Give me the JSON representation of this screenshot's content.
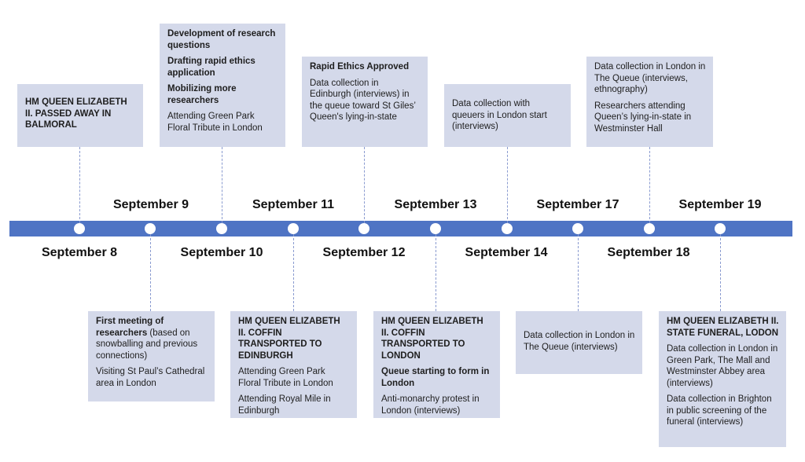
{
  "dates_top": [
    "September 9",
    "September 11",
    "September 13",
    "September 17",
    "September 19"
  ],
  "dates_bottom": [
    "September 8",
    "September 10",
    "September 12",
    "September 14",
    "September 18"
  ],
  "events": [
    {
      "items": [
        {
          "text": "HM QUEEN ELIZABETH II. PASSED AWAY IN BALMORAL",
          "bold": true
        }
      ]
    },
    {
      "items": [
        {
          "text": "First meeting of researchers",
          "bold": true,
          "tail": " (based on snowballing and previous connections)"
        },
        {
          "text": "Visiting St Paul’s Cathedral area in London"
        }
      ]
    },
    {
      "items": [
        {
          "text": "Development of research questions",
          "bold": true
        },
        {
          "text": "Drafting rapid ethics application",
          "bold": true
        },
        {
          "text": "Mobilizing more researchers",
          "bold": true
        },
        {
          "text": "Attending Green Park Floral Tribute in London"
        }
      ]
    },
    {
      "items": [
        {
          "text": "HM QUEEN ELIZABETH II. COFFIN TRANSPORTED TO EDINBURGH",
          "bold": true
        },
        {
          "text": "Attending Green Park Floral Tribute in London"
        },
        {
          "text": "Attending Royal Mile in Edinburgh"
        }
      ]
    },
    {
      "items": [
        {
          "text": "Rapid Ethics Approved",
          "bold": true
        },
        {
          "text": "Data collection in Edinburgh (interviews) in the queue toward St Giles’ Queen's lying-in-state"
        }
      ]
    },
    {
      "items": [
        {
          "text": "HM QUEEN ELIZABETH II. COFFIN TRANSPORTED TO LONDON",
          "bold": true
        },
        {
          "text": "Queue starting to form in London",
          "bold": true
        },
        {
          "text": "Anti-monarchy protest in London (interviews)"
        }
      ]
    },
    {
      "items": [
        {
          "text": "Data collection with queuers in London start (interviews)"
        }
      ]
    },
    {
      "items": [
        {
          "text": "Data collection in London in The Queue (interviews)"
        }
      ]
    },
    {
      "items": [
        {
          "text": "Data collection in London in The Queue (interviews, ethnography)"
        },
        {
          "text": "Researchers attending Queen’s lying-in-state in Westminster Hall"
        }
      ]
    },
    {
      "items": [
        {
          "text": "HM QUEEN ELIZABETH II. STATE FUNERAL, LODON",
          "bold": true
        },
        {
          "text": "Data collection in London in Green Park, The Mall and Westminster Abbey area (interviews)"
        },
        {
          "text": "Data collection  in Brighton in public screening of the funeral (interviews)"
        }
      ]
    }
  ]
}
